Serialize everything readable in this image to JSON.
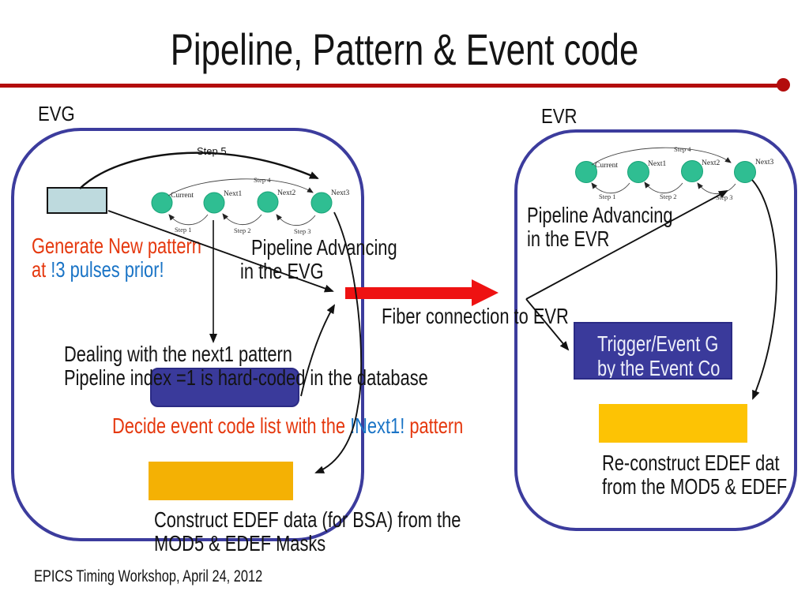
{
  "slide": {
    "title": "Pipeline, Pattern & Event code",
    "footer": "EPICS Timing Workshop, April 24, 2012"
  },
  "colors": {
    "title_rule_red": "#b30d0d",
    "fiber_arrow_red": "#ee1212",
    "container_border_blue": "#3c3c9d",
    "box_fill_blue": "#3a3a9b",
    "node_green": "#2fbe92",
    "yellow_evg_box": "#f4b104",
    "yellow_evr_box": "#fdc304",
    "light_blue_box": "#bedade",
    "warning_text_orange": "#e5380e",
    "highlight_text_blue": "#1a74c6"
  },
  "evg": {
    "label": "EVG",
    "nodes": [
      "Current",
      "Next1",
      "Next2",
      "Next3"
    ],
    "steps": [
      "Step 1",
      "Step 2",
      "Step 3",
      "Step 4",
      "Step 5"
    ],
    "generate_note": {
      "line1": "Generate New pattern",
      "line2_prefix": "at ",
      "line2_highlight": "!3 pulses prior!"
    },
    "advancing_note": {
      "line1": "Pipeline Advancing",
      "line2": "in the EVG"
    },
    "dealing_note": {
      "line1": "Dealing with the next1 pattern",
      "line2": "Pipeline index =1 is hard-coded in the database"
    },
    "decide_note": {
      "prefix": "Decide event code list with the ",
      "highlight": "!Next1!",
      "suffix": " pattern"
    },
    "construct_note": {
      "line1": "Construct EDEF data (for BSA) from the",
      "line2": "MOD5 & EDEF Masks"
    }
  },
  "fiber": {
    "label": "Fiber connection to EVR"
  },
  "evr": {
    "label": "EVR",
    "nodes": [
      "Current",
      "Next1",
      "Next2",
      "Next3"
    ],
    "steps": [
      "Step 1",
      "Step 2",
      "Step 3",
      "Step 4"
    ],
    "advancing_note": {
      "line1": "Pipeline Advancing",
      "line2": "in the EVR"
    },
    "trigger_box": {
      "line1": "Trigger/Event G",
      "line2": "by the Event Co"
    },
    "reconstruct_note": {
      "line1": "Re-construct EDEF dat",
      "line2": "from the MOD5 & EDEF"
    }
  }
}
